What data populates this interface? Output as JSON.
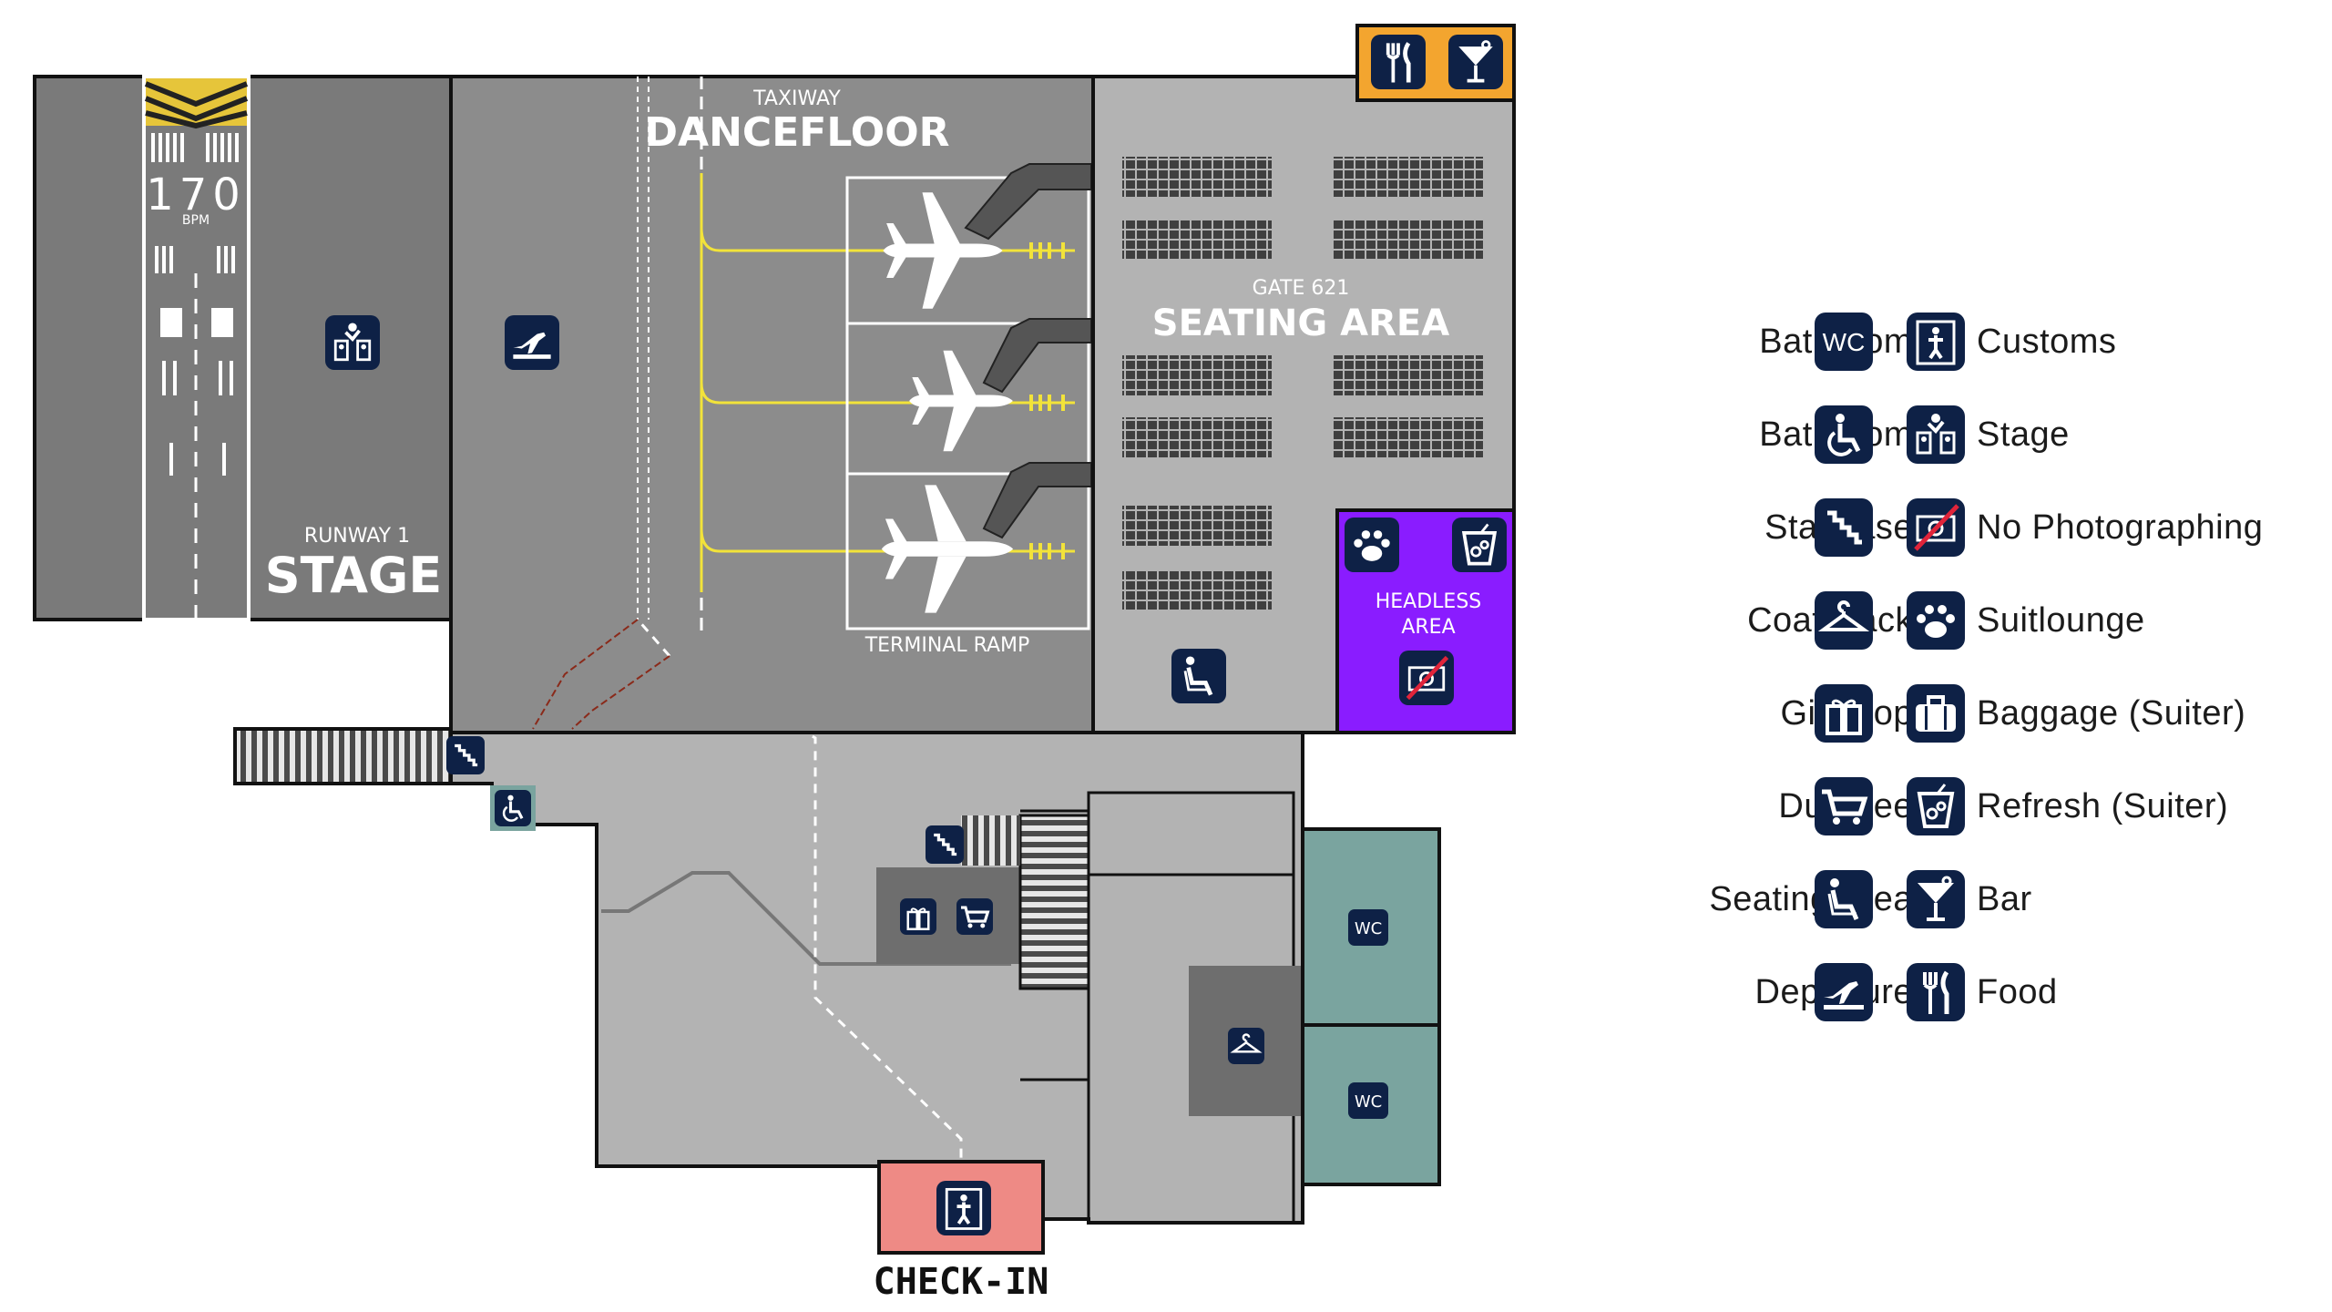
{
  "map": {
    "runway": {
      "bpm_number": "170",
      "bpm_unit": "BPM",
      "runway_label": "RUNWAY 1",
      "stage_label": "STAGE"
    },
    "taxiway": {
      "small_label": "TAXIWAY",
      "big_label": "DANCEFLOOR"
    },
    "terminal_ramp_label": "TERMINAL RAMP",
    "gate": {
      "small_label": "GATE 621",
      "big_label": "SEATING AREA"
    },
    "headless_area_label_1": "HEADLESS",
    "headless_area_label_2": "AREA",
    "checkin_label": "CHECK-IN",
    "wc_label": "WC"
  },
  "legend": {
    "left": [
      {
        "label": "Bathroom",
        "icon": "wc-icon"
      },
      {
        "label": "Bathroom",
        "icon": "wheelchair-icon"
      },
      {
        "label": "Staircase",
        "icon": "staircase-icon"
      },
      {
        "label": "Coat Rack",
        "icon": "hanger-icon"
      },
      {
        "label": "Giftshop",
        "icon": "gift-icon"
      },
      {
        "label": "Dutyfree",
        "icon": "cart-icon"
      },
      {
        "label": "Seating Area",
        "icon": "seat-icon"
      },
      {
        "label": "Departure",
        "icon": "departure-icon"
      }
    ],
    "right": [
      {
        "label": "Customs",
        "icon": "customs-icon"
      },
      {
        "label": "Stage",
        "icon": "stage-icon"
      },
      {
        "label": "No Photographing",
        "icon": "no-camera-icon"
      },
      {
        "label": "Suitlounge",
        "icon": "paw-icon"
      },
      {
        "label": "Baggage (Suiter)",
        "icon": "baggage-icon"
      },
      {
        "label": "Refresh (Suiter)",
        "icon": "refresh-icon"
      },
      {
        "label": "Bar",
        "icon": "cocktail-icon"
      },
      {
        "label": "Food",
        "icon": "fork-knife-icon"
      }
    ]
  },
  "colors": {
    "navy_badge": "#0e2146",
    "runway_gray": "#7a7a7a",
    "floor_gray": "#b3b3b3",
    "headless_purple": "#8a1cff",
    "checkin_pink": "#ee8a85",
    "wc_teal": "#7aa49f",
    "food_orange": "#f3a52f",
    "taxi_yellow": "#f2e33a"
  }
}
